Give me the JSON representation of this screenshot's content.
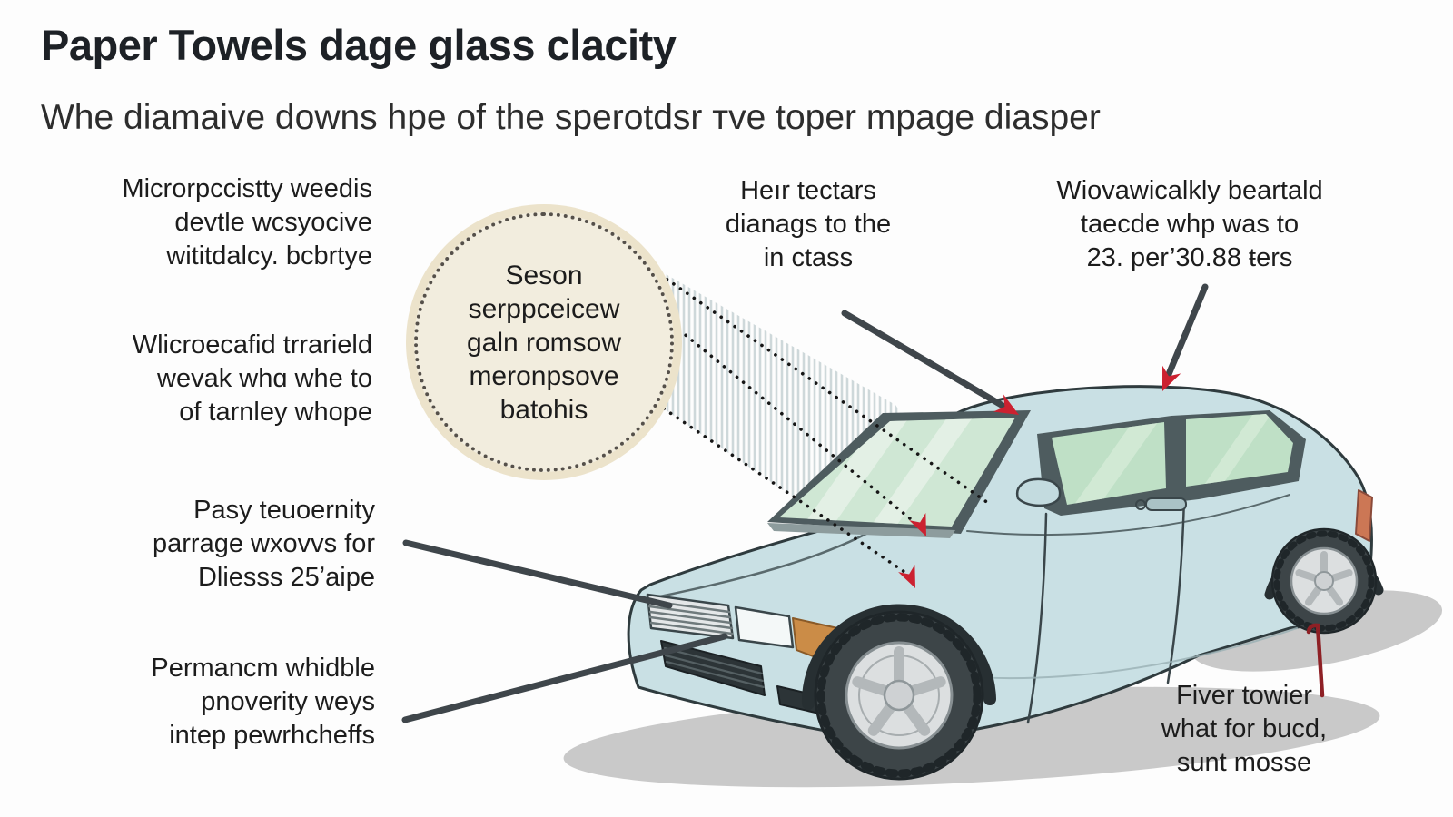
{
  "title": "Paper Towels dage glass clacity",
  "subtitle": "Whe diamaive downs hpe of the sperotdsr тve toper mpage diasper",
  "annotations": {
    "left_blocks": [
      {
        "lines": [
          "Microrpccistty weedis",
          "devtle wcsyocive",
          "wititdalcy. bcbrtye"
        ]
      },
      {
        "lines": [
          "Wlicroecafid trrarield",
          "wevak whɑ whe to",
          "of tarnley whope"
        ]
      },
      {
        "lines": [
          "Pasy teuoernity",
          "parrage wxovvs for",
          "Dliesss 25ʼaipe"
        ]
      },
      {
        "lines": [
          "Permancm whidble",
          "pnoverity weys",
          "intep pewrhcheffs"
        ]
      }
    ],
    "circle": {
      "lines": [
        "Seson",
        "serppceicew",
        "galn romsow",
        "meronpsove",
        "batohis"
      ]
    },
    "top_center": {
      "lines": [
        "Heır tectars",
        "dianags to the",
        "in ctass"
      ]
    },
    "top_right": {
      "lines": [
        "Wiovawicalkly beartald",
        "taecde whp was to",
        "23. per’30.88 ŧers"
      ]
    },
    "bottom_right": {
      "lines": [
        "Fiver towier",
        "what for bucd,",
        "sunt mosse"
      ]
    }
  },
  "colors": {
    "background": "#fdfdfd",
    "text": "#1c1c1c",
    "car_body": "#c9e0e4",
    "car_outline": "#2f3b3e",
    "glass_green": "#cfe7d4",
    "window_frame": "#4e5c5f",
    "circle_fill": "#f2edde",
    "circle_ring": "#ece3cb",
    "beam_stripe": "#ccd6d8",
    "arrow_dark": "#3f464b",
    "arrow_red": "#cc2130",
    "pointer_dark_red": "#8e2025",
    "indicator_orange": "#cb8c47",
    "tire": "#3d4548",
    "rim": "#dcdfe0",
    "shadow": "#c9c9c9"
  }
}
